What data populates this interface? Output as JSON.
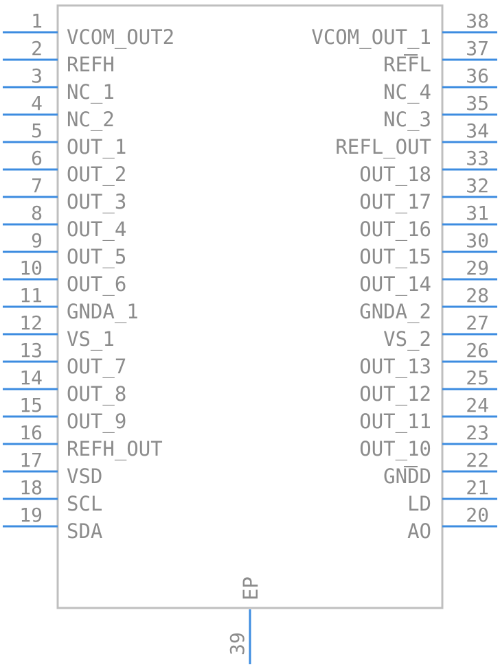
{
  "colors": {
    "body_stroke": "#bfbfbf",
    "pin": "#3d8ce0",
    "text": "#8c8c8c",
    "background": "#ffffff"
  },
  "left_pins": [
    {
      "num": "1",
      "name": "VCOM_OUT2"
    },
    {
      "num": "2",
      "name": "REFH"
    },
    {
      "num": "3",
      "name": "NC_1"
    },
    {
      "num": "4",
      "name": "NC_2"
    },
    {
      "num": "5",
      "name": "OUT_1"
    },
    {
      "num": "6",
      "name": "OUT_2"
    },
    {
      "num": "7",
      "name": "OUT_3"
    },
    {
      "num": "8",
      "name": "OUT_4"
    },
    {
      "num": "9",
      "name": "OUT_5"
    },
    {
      "num": "10",
      "name": "OUT_6"
    },
    {
      "num": "11",
      "name": "GNDA_1"
    },
    {
      "num": "12",
      "name": "VS_1"
    },
    {
      "num": "13",
      "name": "OUT_7"
    },
    {
      "num": "14",
      "name": "OUT_8"
    },
    {
      "num": "15",
      "name": "OUT_9"
    },
    {
      "num": "16",
      "name": "REFH_OUT"
    },
    {
      "num": "17",
      "name": "VSD"
    },
    {
      "num": "18",
      "name": "SCL"
    },
    {
      "num": "19",
      "name": "SDA"
    }
  ],
  "right_pins": [
    {
      "num": "38",
      "name": "VCOM_OUT_1"
    },
    {
      "num": "37",
      "name": "REFL",
      "overbar": true
    },
    {
      "num": "36",
      "name": "NC_4"
    },
    {
      "num": "35",
      "name": "NC_3"
    },
    {
      "num": "34",
      "name": "REFL_OUT"
    },
    {
      "num": "33",
      "name": "OUT_18"
    },
    {
      "num": "32",
      "name": "OUT_17"
    },
    {
      "num": "31",
      "name": "OUT_16"
    },
    {
      "num": "30",
      "name": "OUT_15"
    },
    {
      "num": "29",
      "name": "OUT_14"
    },
    {
      "num": "28",
      "name": "GNDA_2"
    },
    {
      "num": "27",
      "name": "VS_2"
    },
    {
      "num": "26",
      "name": "OUT_13"
    },
    {
      "num": "25",
      "name": "OUT_12"
    },
    {
      "num": "24",
      "name": "OUT_11"
    },
    {
      "num": "23",
      "name": "OUT_10"
    },
    {
      "num": "22",
      "name": "GNDD",
      "overbar": true
    },
    {
      "num": "21",
      "name": "LD"
    },
    {
      "num": "20",
      "name": "AO"
    }
  ],
  "bottom_pin": {
    "num": "39",
    "name": "EP"
  }
}
